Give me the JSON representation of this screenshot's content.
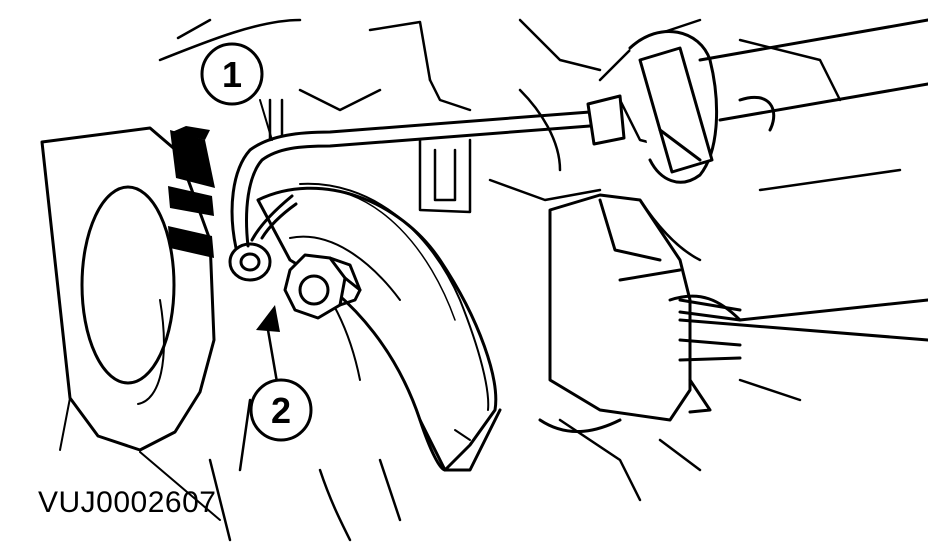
{
  "diagram": {
    "callouts": [
      {
        "id": "1",
        "label": "1"
      },
      {
        "id": "2",
        "label": "2"
      }
    ],
    "reference_code": "VUJ0002607",
    "colors": {
      "ink": "#000000",
      "paper": "#ffffff"
    }
  }
}
